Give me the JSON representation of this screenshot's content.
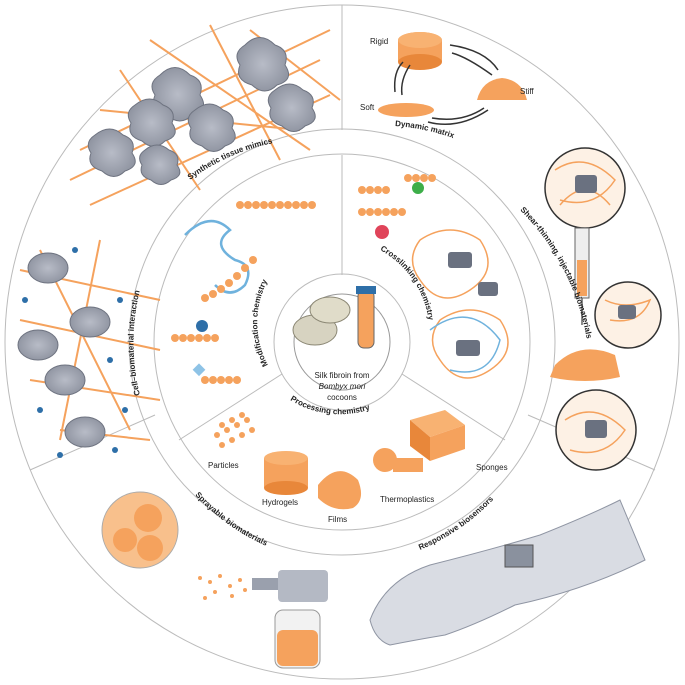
{
  "center": {
    "line1": "Silk fibroin from",
    "line2_italic": "Bombyx mori",
    "line3": "cocoons"
  },
  "inner_ring": {
    "modification": "Modification chemistry",
    "crosslinking": "Crosslinking chemistry",
    "processing": "Processing chemistry"
  },
  "processing_items": {
    "particles": "Particles",
    "hydrogels": "Hydrogels",
    "films": "Films",
    "thermoplastics": "Thermoplastics",
    "sponges": "Sponges"
  },
  "outer_ring": {
    "synthetic": "Synthetic tissue mimics",
    "dynamic": "Dynamic matrix",
    "shear": "Shear-thinning, injectable biomaterials",
    "biosensors": "Responsive biosensors",
    "sprayable": "Sprayable biomaterials",
    "cell": "Cell–biomaterial interaction"
  },
  "dynamic_states": {
    "rigid": "Rigid",
    "stiff": "Stiff",
    "soft": "Soft"
  },
  "colors": {
    "orange": "#F5A25D",
    "orange_dark": "#E8873A",
    "cell_gray": "#9EA3B0",
    "blue": "#2E6FA8",
    "light_blue": "#8EC3E6",
    "ring_line": "#BBBBBB"
  }
}
